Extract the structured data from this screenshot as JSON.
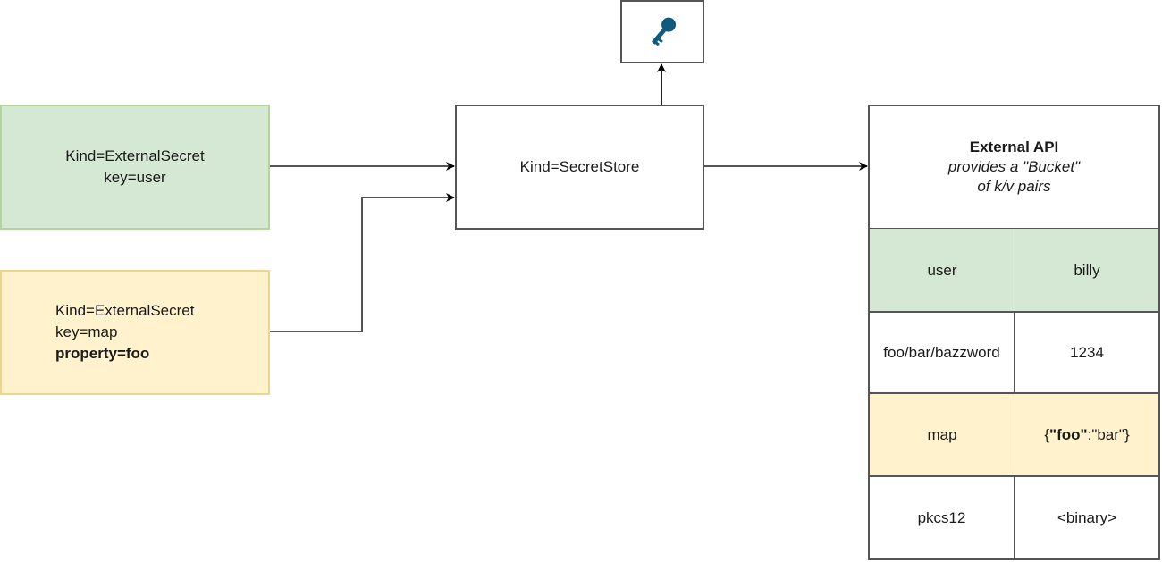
{
  "nodes": {
    "external_secret_user": {
      "line1": "Kind=ExternalSecret",
      "line2": "key=user"
    },
    "external_secret_map": {
      "line1": "Kind=ExternalSecret",
      "line2": "key=map",
      "line3": "property=foo"
    },
    "secret_store": {
      "label": "Kind=SecretStore"
    },
    "credentials": {
      "icon": "key-icon"
    },
    "external_api": {
      "title": "External API",
      "subtitle_line1": "provides a \"Bucket\"",
      "subtitle_line2": "of k/v pairs"
    }
  },
  "kv_table": {
    "rows": [
      {
        "key": "user",
        "value": "billy",
        "highlight": "green"
      },
      {
        "key": "foo/bar/bazzword",
        "value": "1234",
        "highlight": "none"
      },
      {
        "key": "map",
        "value_parts": {
          "open": "{",
          "bold_key": "\"foo\"",
          "rest": ":\"bar\"}"
        },
        "highlight": "yellow"
      },
      {
        "key": "pkcs12",
        "value": "<binary>",
        "highlight": "none"
      }
    ]
  },
  "colors": {
    "green_fill": "#d5e8d4",
    "yellow_fill": "#fff2cc",
    "key_icon": "#0f5a7d",
    "stroke": "#555555"
  }
}
